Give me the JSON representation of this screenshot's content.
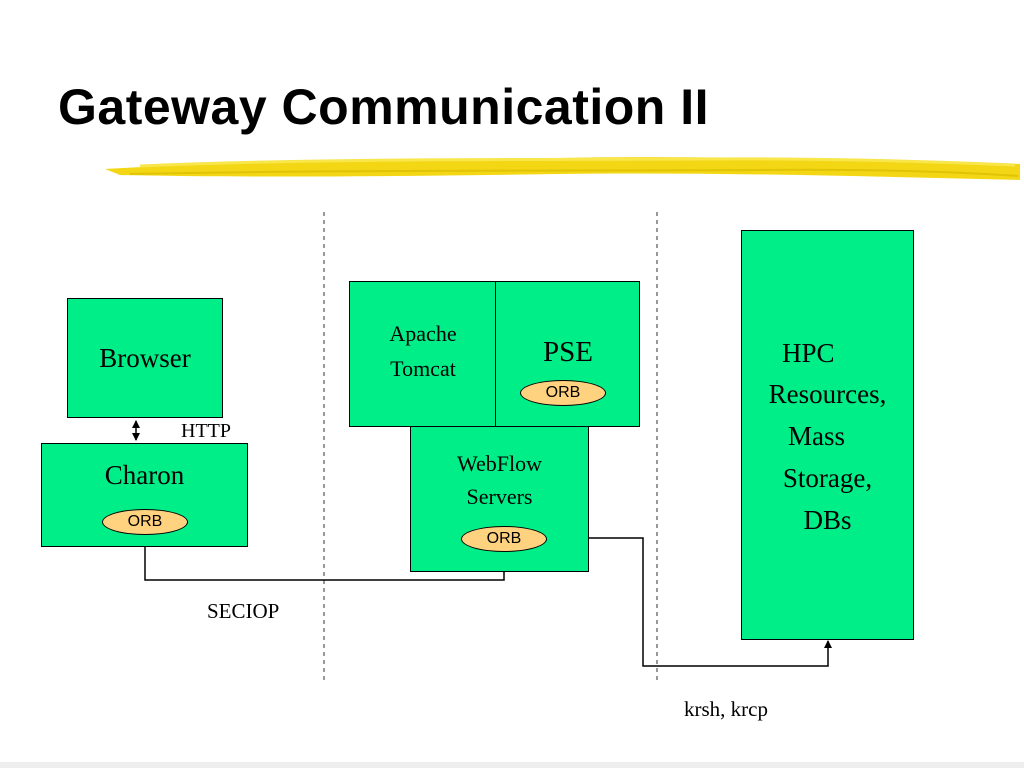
{
  "slide": {
    "title": "Gateway Communication II",
    "accent_color": "#F2D400",
    "box_color": "#00EE88",
    "orb_color": "#FFD27F"
  },
  "nodes": {
    "browser": {
      "label": "Browser"
    },
    "charon": {
      "label": "Charon",
      "orb": "ORB"
    },
    "apache_tomcat": {
      "line1": "Apache",
      "line2": "Tomcat"
    },
    "pse": {
      "label": "PSE",
      "orb": "ORB"
    },
    "webflow": {
      "line1": "WebFlow",
      "line2": "Servers",
      "orb": "ORB"
    },
    "hpc": {
      "line1": "HPC",
      "line2": "Resources,",
      "line3": "Mass",
      "line4": "Storage,",
      "line5": "DBs"
    }
  },
  "connections": {
    "http": "HTTP",
    "seciop": "SECIOP",
    "krsh": "krsh, krcp"
  }
}
